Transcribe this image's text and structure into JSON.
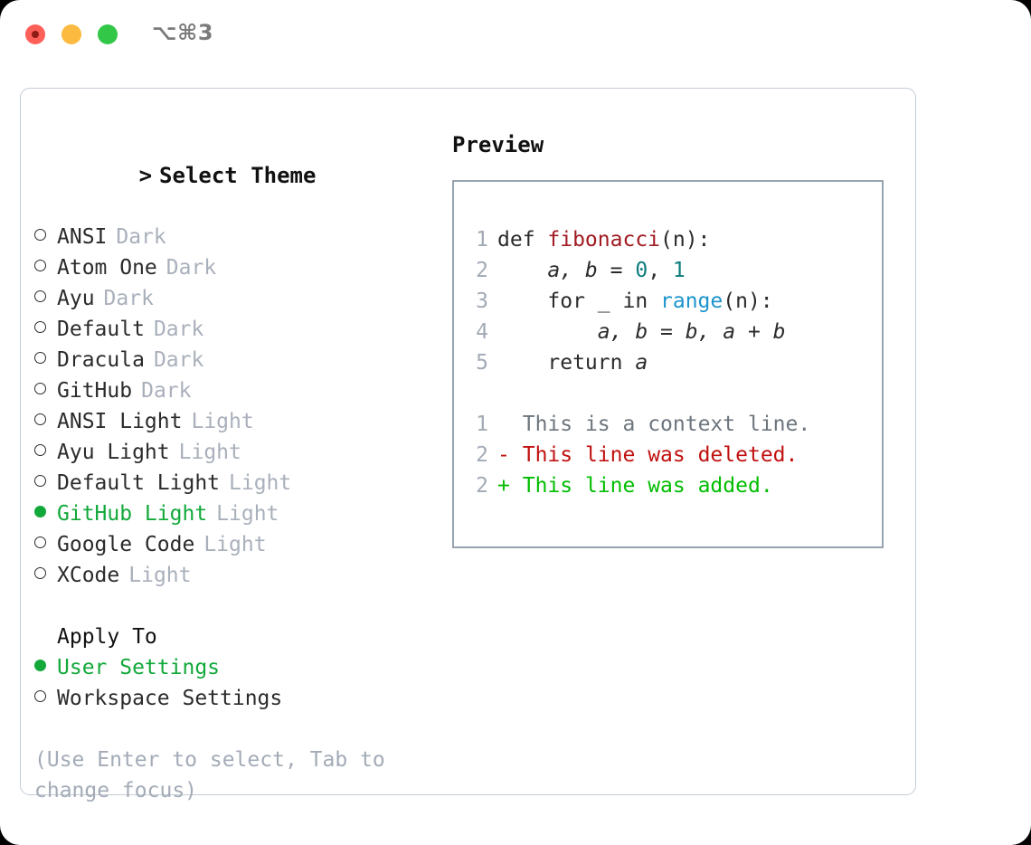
{
  "titlebar": {
    "shortcut": "⌥⌘3",
    "buttons": [
      {
        "name": "close",
        "color": "#fc6058"
      },
      {
        "name": "minimize",
        "color": "#fcbb40"
      },
      {
        "name": "maximize",
        "color": "#33c748"
      }
    ]
  },
  "theme_picker": {
    "header": "Select Theme",
    "caret": ">",
    "items": [
      {
        "label": "ANSI",
        "variant": "Dark",
        "selected": false
      },
      {
        "label": "Atom One",
        "variant": "Dark",
        "selected": false
      },
      {
        "label": "Ayu",
        "variant": "Dark",
        "selected": false
      },
      {
        "label": "Default",
        "variant": "Dark",
        "selected": false
      },
      {
        "label": "Dracula",
        "variant": "Dark",
        "selected": false
      },
      {
        "label": "GitHub",
        "variant": "Dark",
        "selected": false
      },
      {
        "label": "ANSI Light",
        "variant": "Light",
        "selected": false
      },
      {
        "label": "Ayu Light",
        "variant": "Light",
        "selected": false
      },
      {
        "label": "Default Light",
        "variant": "Light",
        "selected": false
      },
      {
        "label": "GitHub Light",
        "variant": "Light",
        "selected": true
      },
      {
        "label": "Google Code",
        "variant": "Light",
        "selected": false
      },
      {
        "label": "XCode",
        "variant": "Light",
        "selected": false
      }
    ]
  },
  "apply_to": {
    "header": "Apply To",
    "items": [
      {
        "label": "User Settings",
        "selected": true
      },
      {
        "label": "Workspace Settings",
        "selected": false
      }
    ]
  },
  "hint": "(Use Enter to select, Tab to change focus)",
  "preview": {
    "title": "Preview",
    "code_lines": [
      {
        "no": "1",
        "segments": [
          {
            "text": "def ",
            "style": "plain"
          },
          {
            "text": "fibonacci",
            "style": "fn"
          },
          {
            "text": "(n):",
            "style": "plain"
          }
        ]
      },
      {
        "no": "2",
        "segments": [
          {
            "text": "    ",
            "style": "plain"
          },
          {
            "text": "a, b",
            "style": "var"
          },
          {
            "text": " = ",
            "style": "plain"
          },
          {
            "text": "0",
            "style": "num"
          },
          {
            "text": ", ",
            "style": "plain"
          },
          {
            "text": "1",
            "style": "num"
          }
        ]
      },
      {
        "no": "3",
        "segments": [
          {
            "text": "    for _ in ",
            "style": "plain"
          },
          {
            "text": "range",
            "style": "call"
          },
          {
            "text": "(n):",
            "style": "plain"
          }
        ]
      },
      {
        "no": "4",
        "segments": [
          {
            "text": "        ",
            "style": "plain"
          },
          {
            "text": "a, b",
            "style": "var"
          },
          {
            "text": " = ",
            "style": "plain"
          },
          {
            "text": "b, a + b",
            "style": "var"
          }
        ]
      },
      {
        "no": "5",
        "segments": [
          {
            "text": "    return ",
            "style": "plain"
          },
          {
            "text": "a",
            "style": "var"
          }
        ]
      }
    ],
    "diff_lines": [
      {
        "no": "1",
        "marker": " ",
        "text": "This is a context line.",
        "kind": "ctx"
      },
      {
        "no": "2",
        "marker": "-",
        "text": "This line was deleted.",
        "kind": "del"
      },
      {
        "no": "2",
        "marker": "+",
        "text": "This line was added.",
        "kind": "add"
      }
    ]
  },
  "colors": {
    "selected_green": "#12a83a",
    "muted_gray": "#a9b0bb",
    "hint_gray": "#a3abb7",
    "border": "#97a3b0",
    "panel_border": "#c3cbd4",
    "fn_red": "#a11b22",
    "call_blue": "#1c94cc",
    "num_teal": "#0d7d7d",
    "diff_del": "#c0110f",
    "diff_add": "#02bd02"
  }
}
